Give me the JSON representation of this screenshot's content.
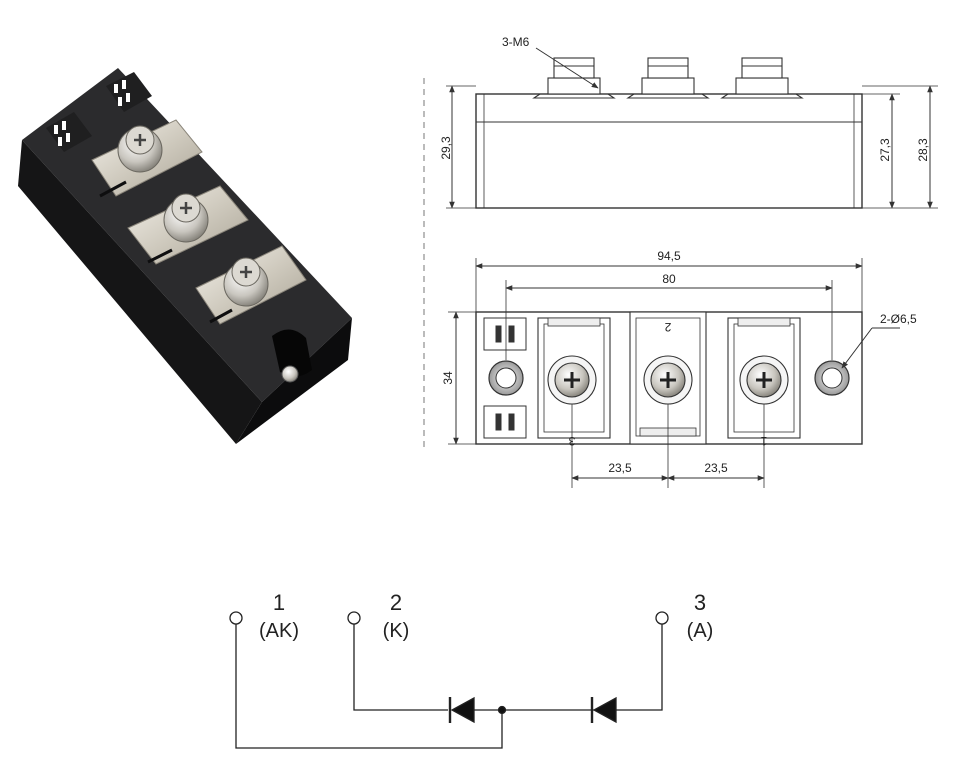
{
  "top_view": {
    "callout": "3-M6",
    "height_left": "29,3",
    "height_right_inner": "27,3",
    "height_right_outer": "28,3"
  },
  "front_view": {
    "overall_length": "94,5",
    "hole_spacing": "80",
    "hole_callout": "2-Ø6,5",
    "width": "34",
    "pitch_left": "23,5",
    "pitch_right": "23,5",
    "terminal_marks": [
      "3",
      "2",
      "1"
    ]
  },
  "schematic": {
    "terminals": [
      {
        "number": "1",
        "role": "(AK)"
      },
      {
        "number": "2",
        "role": "(K)"
      },
      {
        "number": "3",
        "role": "(A)"
      }
    ]
  }
}
